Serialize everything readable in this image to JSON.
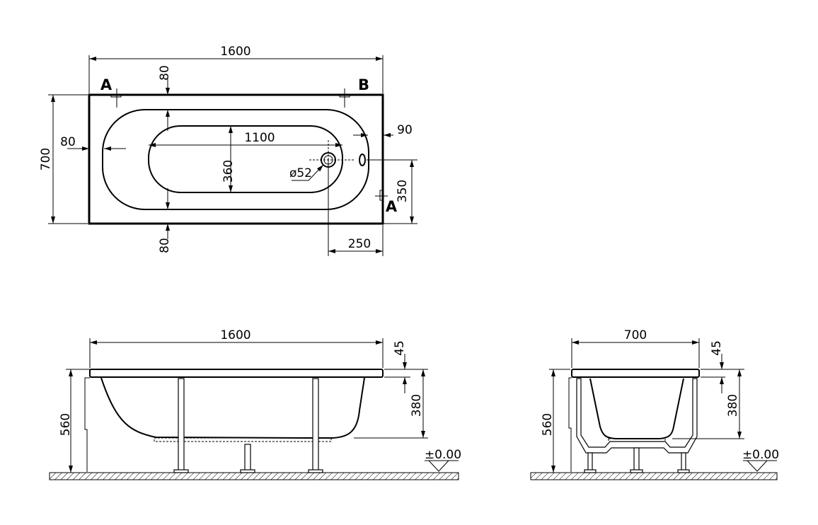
{
  "plan_view": {
    "length": "1600",
    "width": "700",
    "rim_top": "80",
    "rim_bottom": "80",
    "rim_left": "80",
    "rim_right": "90",
    "inner_length": "1100",
    "inner_width": "360",
    "drain_diameter": "ø52",
    "drain_offset_x": "250",
    "overflow_height": "350",
    "section_a": "A",
    "section_b": "B",
    "section_a_right": "A"
  },
  "side_view": {
    "length": "1600",
    "rim_thickness": "45",
    "depth": "380",
    "height": "560",
    "floor_level": "±0.00"
  },
  "end_view": {
    "width": "700",
    "rim_thickness": "45",
    "depth": "380",
    "height": "560",
    "floor_level": "±0.00"
  }
}
